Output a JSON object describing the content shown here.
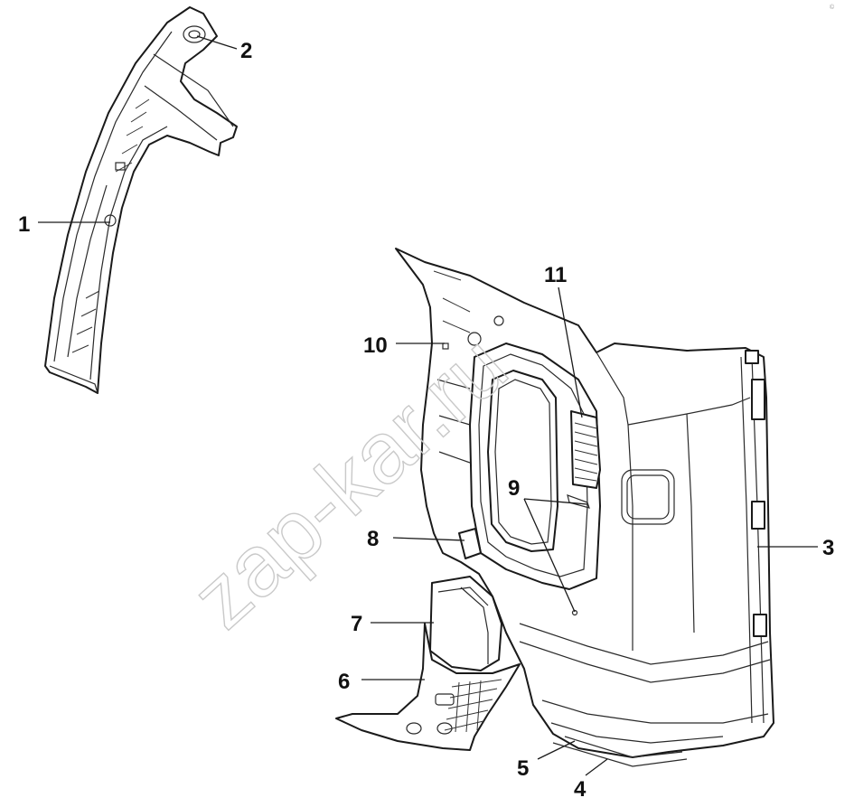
{
  "watermark": "zap-kar.ru",
  "corner_mark": "©",
  "callouts": [
    {
      "id": "1",
      "label": "1"
    },
    {
      "id": "2",
      "label": "2"
    },
    {
      "id": "3",
      "label": "3"
    },
    {
      "id": "4",
      "label": "4"
    },
    {
      "id": "5",
      "label": "5"
    },
    {
      "id": "6",
      "label": "6"
    },
    {
      "id": "7",
      "label": "7"
    },
    {
      "id": "8",
      "label": "8"
    },
    {
      "id": "9",
      "label": "9"
    },
    {
      "id": "10",
      "label": "10"
    },
    {
      "id": "11",
      "label": "11"
    }
  ],
  "colors": {
    "line": "#1a1a1a",
    "background": "#ffffff",
    "watermark": "#c9c9c9"
  }
}
